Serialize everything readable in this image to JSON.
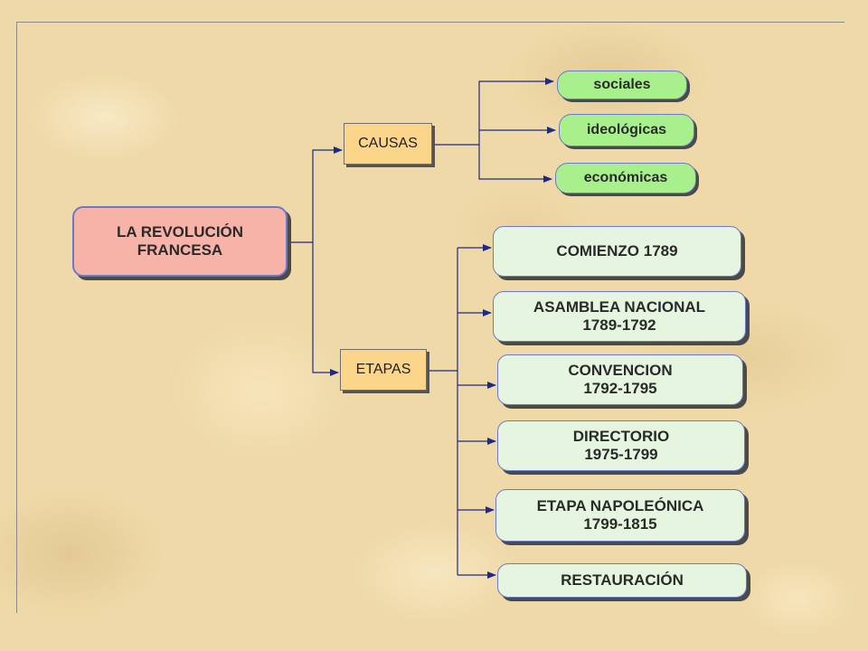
{
  "diagram": {
    "root": {
      "line1": "LA REVOLUCIÓN",
      "line2": "FRANCESA"
    },
    "causas": {
      "label": "CAUSAS",
      "items": [
        "sociales",
        "ideológicas",
        "económicas"
      ]
    },
    "etapas": {
      "label": "ETAPAS",
      "items": [
        {
          "line1": "COMIENZO 1789",
          "line2": ""
        },
        {
          "line1": "ASAMBLEA NACIONAL",
          "line2": "1789-1792"
        },
        {
          "line1": "CONVENCION",
          "line2": "1792-1795"
        },
        {
          "line1": "DIRECTORIO",
          "line2": "1975-1799"
        },
        {
          "line1": "ETAPA NAPOLEÓNICA",
          "line2": "1799-1815"
        },
        {
          "line1": "RESTAURACIÓN",
          "line2": ""
        }
      ]
    }
  },
  "colors": {
    "connector": "#1c2a8c",
    "root_fill": "#f7b3a8",
    "category_fill": "#fbd58a",
    "cause_fill": "#a8f08c",
    "stage_fill": "#e6f5df",
    "border_blue": "#6e78c8"
  }
}
